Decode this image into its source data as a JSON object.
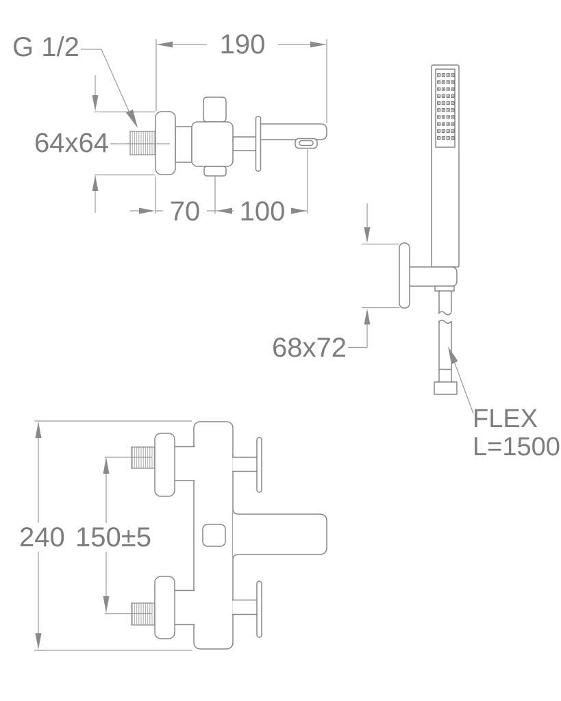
{
  "diagram": {
    "type": "technical-dimension-drawing",
    "views": {
      "side_view_label": "mixer-side-view",
      "shower_set_label": "handshower-with-bracket-and-hose",
      "front_view_label": "mixer-front-view"
    },
    "dimensions": {
      "side_view": {
        "thread_label": "G 1/2",
        "spout_projection": "190",
        "wall_plate_size": "64x64",
        "wall_to_hose_outlet": "70",
        "outlet_to_spout_tip": "100"
      },
      "shower_set": {
        "bracket_plate_size": "68x72",
        "hose_label_line1": "FLEX",
        "hose_label_line2": "L=1500"
      },
      "front_view": {
        "total_height": "240",
        "inlet_centers": "150±5"
      }
    },
    "shower_head": {
      "nozzle_columns": 4,
      "nozzle_rows": 10
    },
    "colors": {
      "background": "#ffffff",
      "outline": "#878787",
      "dimension_line": "#9a9a9a",
      "arrow": "#8a8a8a",
      "text": "#7d7d7d",
      "nozzle": "#4f4f4f",
      "thread_hatch": "#a8a8a8"
    }
  }
}
